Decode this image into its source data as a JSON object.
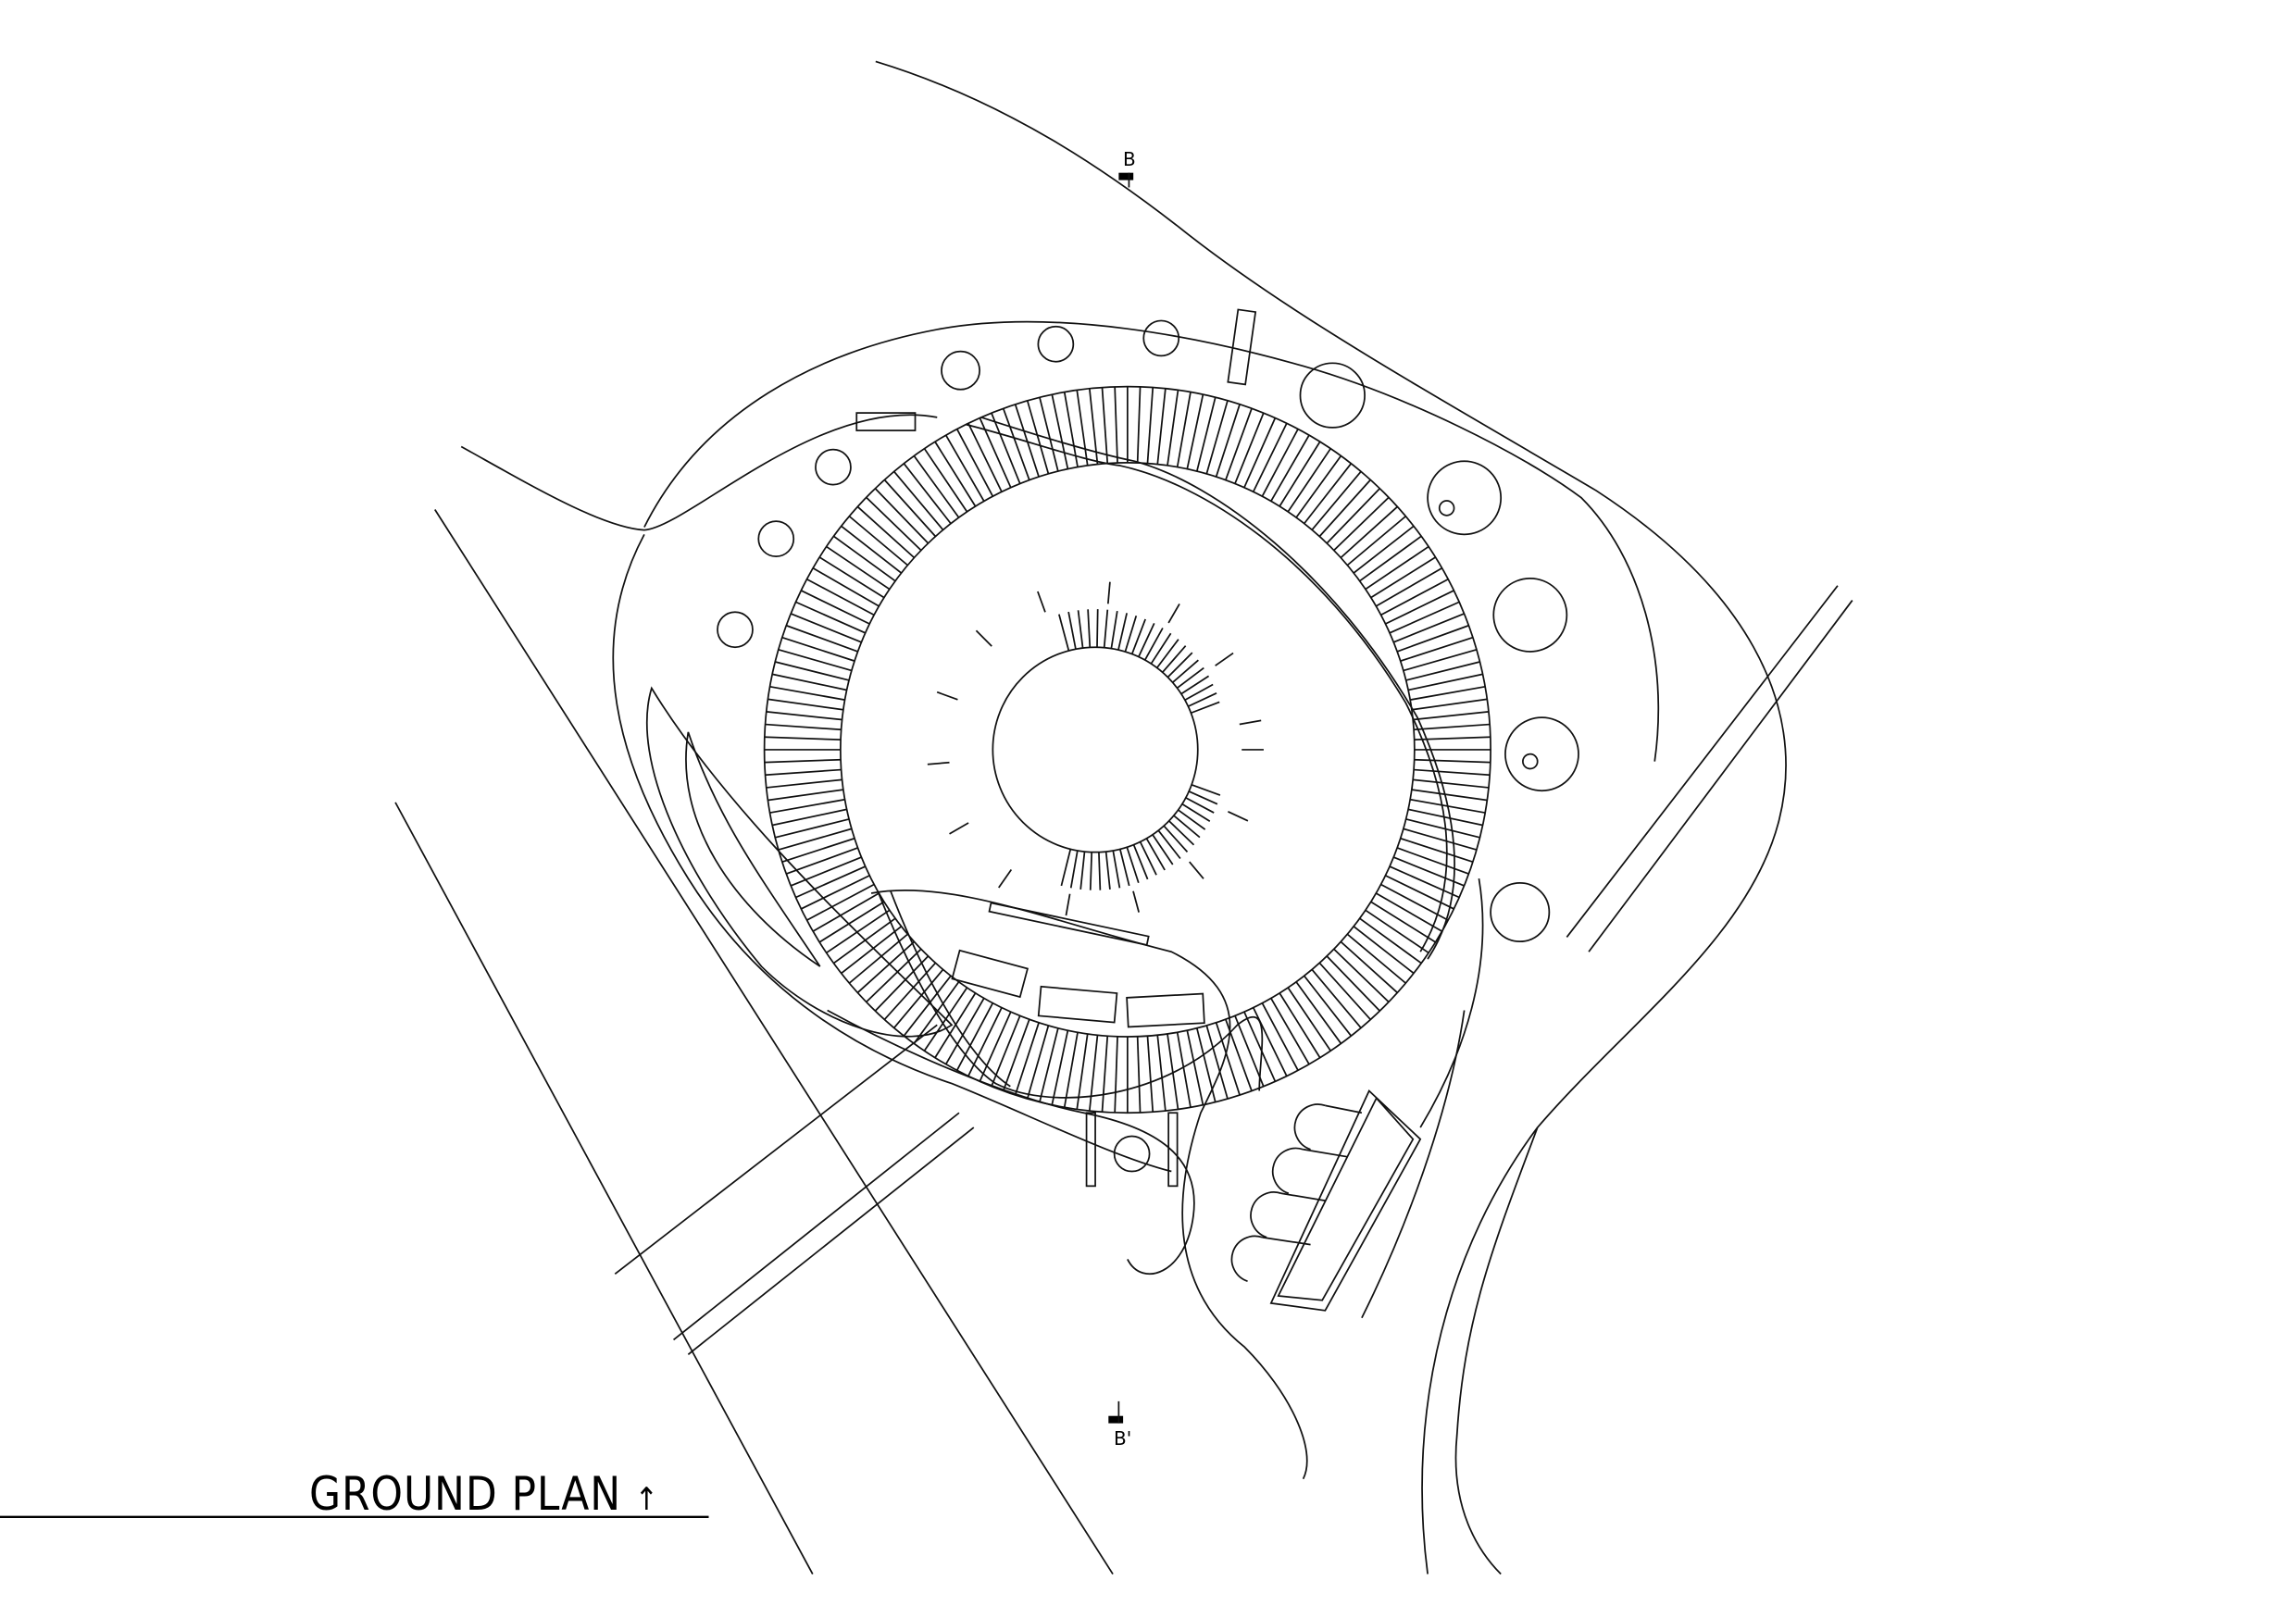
{
  "drawing": {
    "title": "GROUND PLAN",
    "north_arrow": "↑",
    "section_top": "B",
    "section_bottom": "B'"
  },
  "colors": {
    "ink": "#111111",
    "paper": "#ffffff"
  }
}
